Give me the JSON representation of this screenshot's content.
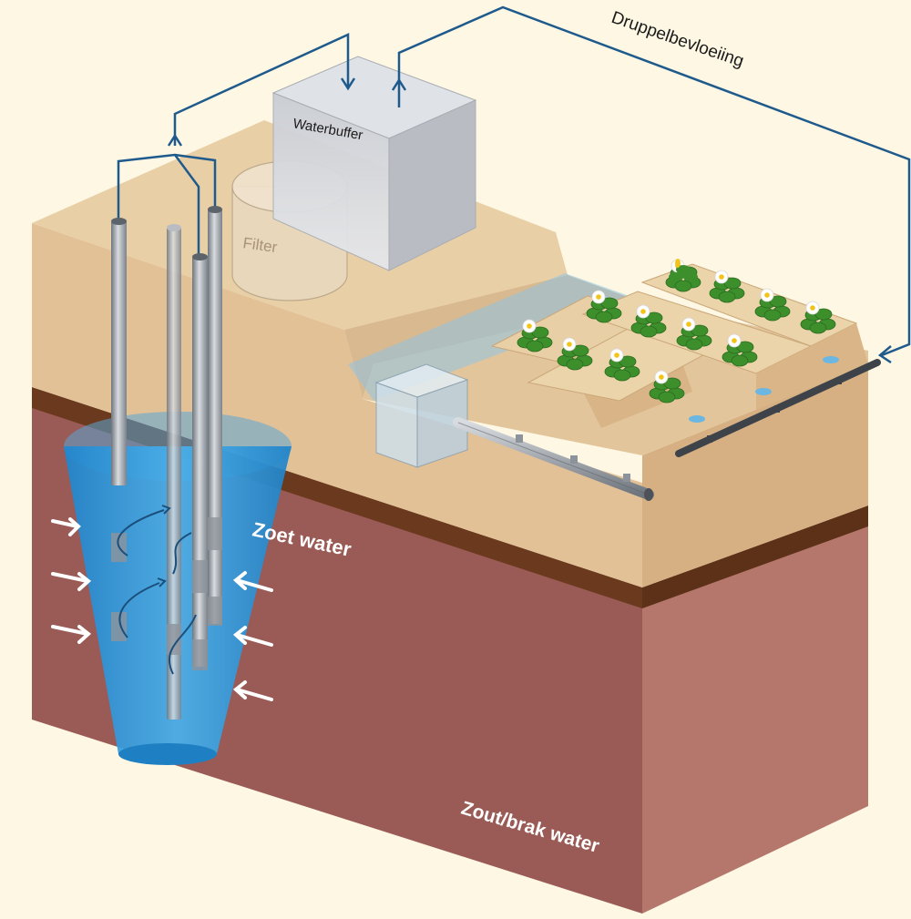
{
  "labels": {
    "drip_irrigation": "Druppelbevloeiing",
    "water_buffer": "Waterbuffer",
    "filter": "Filter",
    "fresh_water": "Zoet water",
    "salt_brackish_water": "Zout/brak water"
  },
  "colors": {
    "background": "#fdf7e3",
    "sand_top": "#e8cfa6",
    "sand_front": "#e2c197",
    "sand_side": "#d6b083",
    "clay_front": "#9a5a55",
    "clay_side": "#b5766c",
    "dark_layer": "#6b3a1e",
    "fresh_water": "#2b95d9",
    "pipe_line": "#1f5a8c",
    "well_pipe": "#9aa0a8"
  },
  "icons": {
    "flow_arrow": "arrow-icon",
    "inflow_arrow": "white-arrow-icon",
    "plant": "strawberry-plant-icon"
  }
}
